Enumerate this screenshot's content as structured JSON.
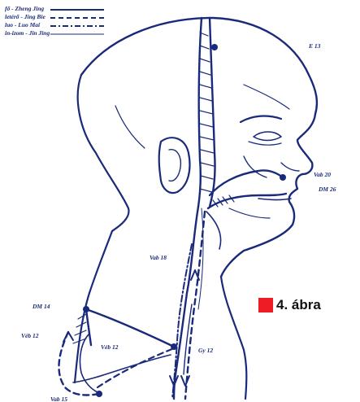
{
  "legend": [
    {
      "label": "fő - Zheng Jing",
      "line_style": "solid"
    },
    {
      "label": "letérő - Jing Bie",
      "line_style": "dashed"
    },
    {
      "label": "luo - Luo Mai",
      "line_style": "dash-dot"
    },
    {
      "label": "in-izom - Jin Jing",
      "line_style": "thin"
    }
  ],
  "points": [
    {
      "id": "e13",
      "label": "E 13"
    },
    {
      "id": "vab20",
      "label": "Vab 20"
    },
    {
      "id": "dm26",
      "label": "DM 26"
    },
    {
      "id": "vab18",
      "label": "Vab 18"
    },
    {
      "id": "dm14",
      "label": "DM 14"
    },
    {
      "id": "veb12a",
      "label": "Véb 12"
    },
    {
      "id": "veb12b",
      "label": "Véb 12"
    },
    {
      "id": "gy12",
      "label": "Gy 12"
    },
    {
      "id": "vab15",
      "label": "Vab 15"
    }
  ],
  "figure_tag": {
    "label": "4. ábra",
    "color": "#ee1c25"
  },
  "colors": {
    "ink": "#1a2a7a",
    "background": "#ffffff"
  }
}
